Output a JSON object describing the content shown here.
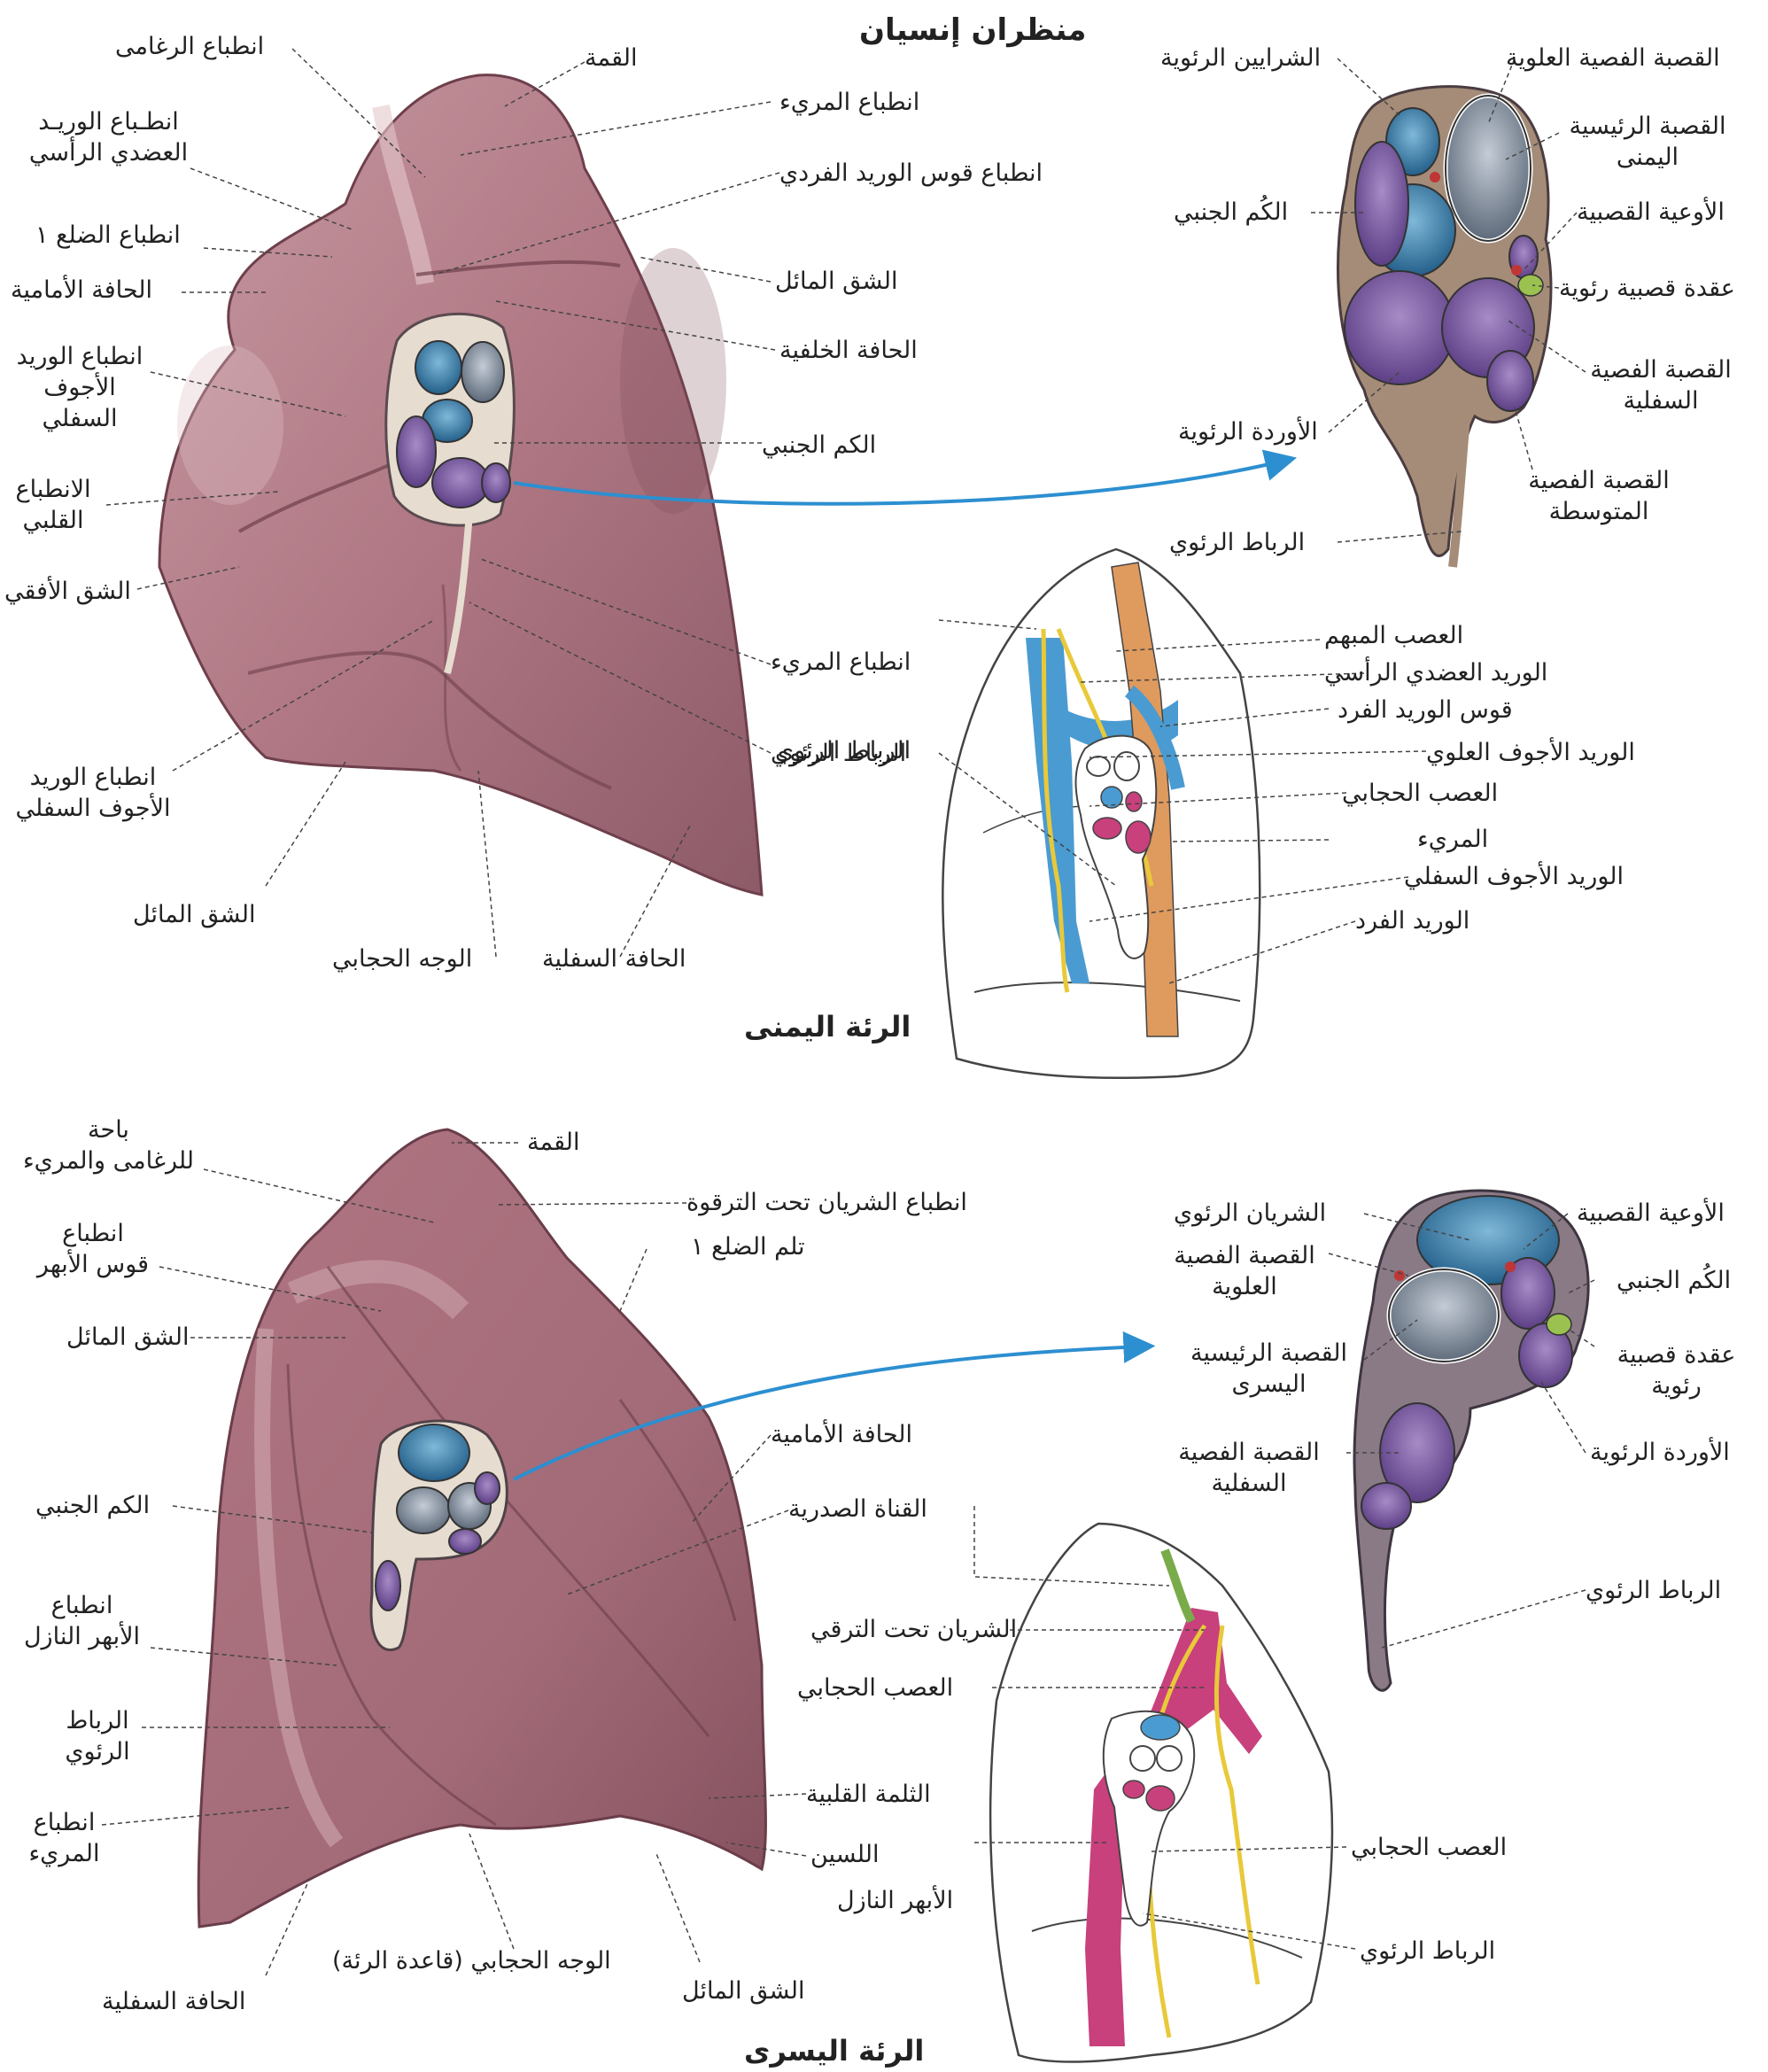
{
  "titles": {
    "top_heading": "منظران إنسيان",
    "right_lung": "الرئة اليمنى",
    "left_lung": "الرئة اليسرى"
  },
  "right_lung_labels": {
    "trachea_impression": "انطباع الرغامى",
    "apex": "القمة",
    "brachiocephalic_vein_impression": "انطـباع الوريـد\nالعضدي الرأسي",
    "esophagus_impression_upper": "انطباع المريء",
    "azygos_arch_impression": "انطباع قوس الوريد الفردي",
    "rib1_impression": "انطباع الضلع ١",
    "anterior_border": "الحافة الأمامية",
    "oblique_fissure_upper": "الشق المائل",
    "posterior_border": "الحافة الخلفية",
    "ivc_impression_upper": "انطباع الوريد\nالأجوف\nالسفلي",
    "pleural_sleeve": "الكم الجنبي",
    "cardiac_impression": "الانطباع\nالقلبي",
    "horizontal_fissure": "الشق الأفقي",
    "esophagus_impression_lower": "انطباع المريء",
    "pulmonary_ligament": "الرباط الرئوي",
    "ivc_impression_lower": "انطباع الوريد\nالأجوف السفلي",
    "oblique_fissure_lower": "الشق المائل",
    "diaphragmatic_surface": "الوجه الحجابي",
    "inferior_border": "الحافة السفلية"
  },
  "right_hilum_labels": {
    "pulmonary_arteries": "الشرايين الرئوية",
    "superior_lobar_bronchus": "القصبة الفصية العلوية",
    "right_main_bronchus": "القصبة الرئيسية\nاليمنى",
    "pleural_sleeve": "الكُم الجنبي",
    "bronchial_vessels": "الأوعية القصبية",
    "lymph_node": "عقدة قصبية رئوية",
    "inferior_lobar_bronchus": "القصبة الفصية\nالسفلية",
    "pulmonary_veins": "الأوردة الرئوية",
    "middle_lobar_bronchus": "القصبة الفصية\nالمتوسطة",
    "pulmonary_ligament": "الرباط الرئوي"
  },
  "right_schematic_labels": {
    "vagus_nerve": "العصب المبهم",
    "brachiocephalic_vein": "الوريد العضدي الرأسي",
    "azygos_arch": "قوس الوريد الفرد",
    "svc": "الوريد الأجوف العلوي",
    "phrenic_nerve": "العصب الحجابي",
    "esophagus": "المريء",
    "ivc": "الوريد الأجوف السفلي",
    "azygos_vein": "الوريد الفرد",
    "pulmonary_ligament": "الرباط الرئوي"
  },
  "left_lung_labels": {
    "trachea_esophagus_area": "باحة\nللرغامى والمريء",
    "apex": "القمة",
    "subclavian_artery_impression": "انطباع الشريان تحت الترقوة",
    "aortic_arch_impression": "انطباع\nقوس الأبهر",
    "rib1_groove": "تلم الضلع ١",
    "oblique_fissure_upper": "الشق المائل",
    "anterior_border": "الحافة الأمامية",
    "pleural_sleeve": "الكم الجنبي",
    "thoracic_duct": "القناة الصدرية",
    "descending_aorta_impression": "انطباع\nالأبهر النازل",
    "pulmonary_ligament": "الرباط\nالرئوي",
    "cardiac_notch": "الثلمة القلبية",
    "esophagus_impression": "انطباع\nالمريء",
    "lingula": "اللسين",
    "diaphragmatic_surface": "الوجه الحجابي (قاعدة الرئة)",
    "oblique_fissure_lower": "الشق المائل",
    "inferior_border": "الحافة السفلية"
  },
  "left_hilum_labels": {
    "pulmonary_artery": "الشريان الرئوي",
    "bronchial_vessels": "الأوعية القصبية",
    "superior_lobar_bronchus": "القصبة الفصية\nالعلوية",
    "pleural_sleeve": "الكُم الجنبي",
    "left_main_bronchus": "القصبة الرئيسية\nاليسرى",
    "lymph_node": "عقدة قصبية\nرئوية",
    "inferior_lobar_bronchus": "القصبة الفصية\nالسفلية",
    "pulmonary_veins": "الأوردة الرئوية",
    "pulmonary_ligament": "الرباط الرئوي"
  },
  "left_schematic_labels": {
    "subclavian_artery": "الشريان تحت الترقي",
    "phrenic_nerve_upper": "العصب الحجابي",
    "phrenic_nerve_lower": "العصب الحجابي",
    "descending_aorta": "الأبهر النازل",
    "pulmonary_ligament": "الرباط الرئوي"
  },
  "colors": {
    "lung_tissue": "#b57f8a",
    "lung_shadow": "#8e5664",
    "lung_highlight": "#d7b0b6",
    "artery_blue": "#2f78a8",
    "vein_purple": "#7b5aa6",
    "bronchus_grey": "#8b97a6",
    "schematic_blue": "#4a9bd1",
    "schematic_orange": "#df9a5e",
    "schematic_yellow": "#e8c93a",
    "schematic_magenta": "#c8407c",
    "schematic_green": "#7aab4a",
    "arrow_blue": "#2c8fd0"
  }
}
